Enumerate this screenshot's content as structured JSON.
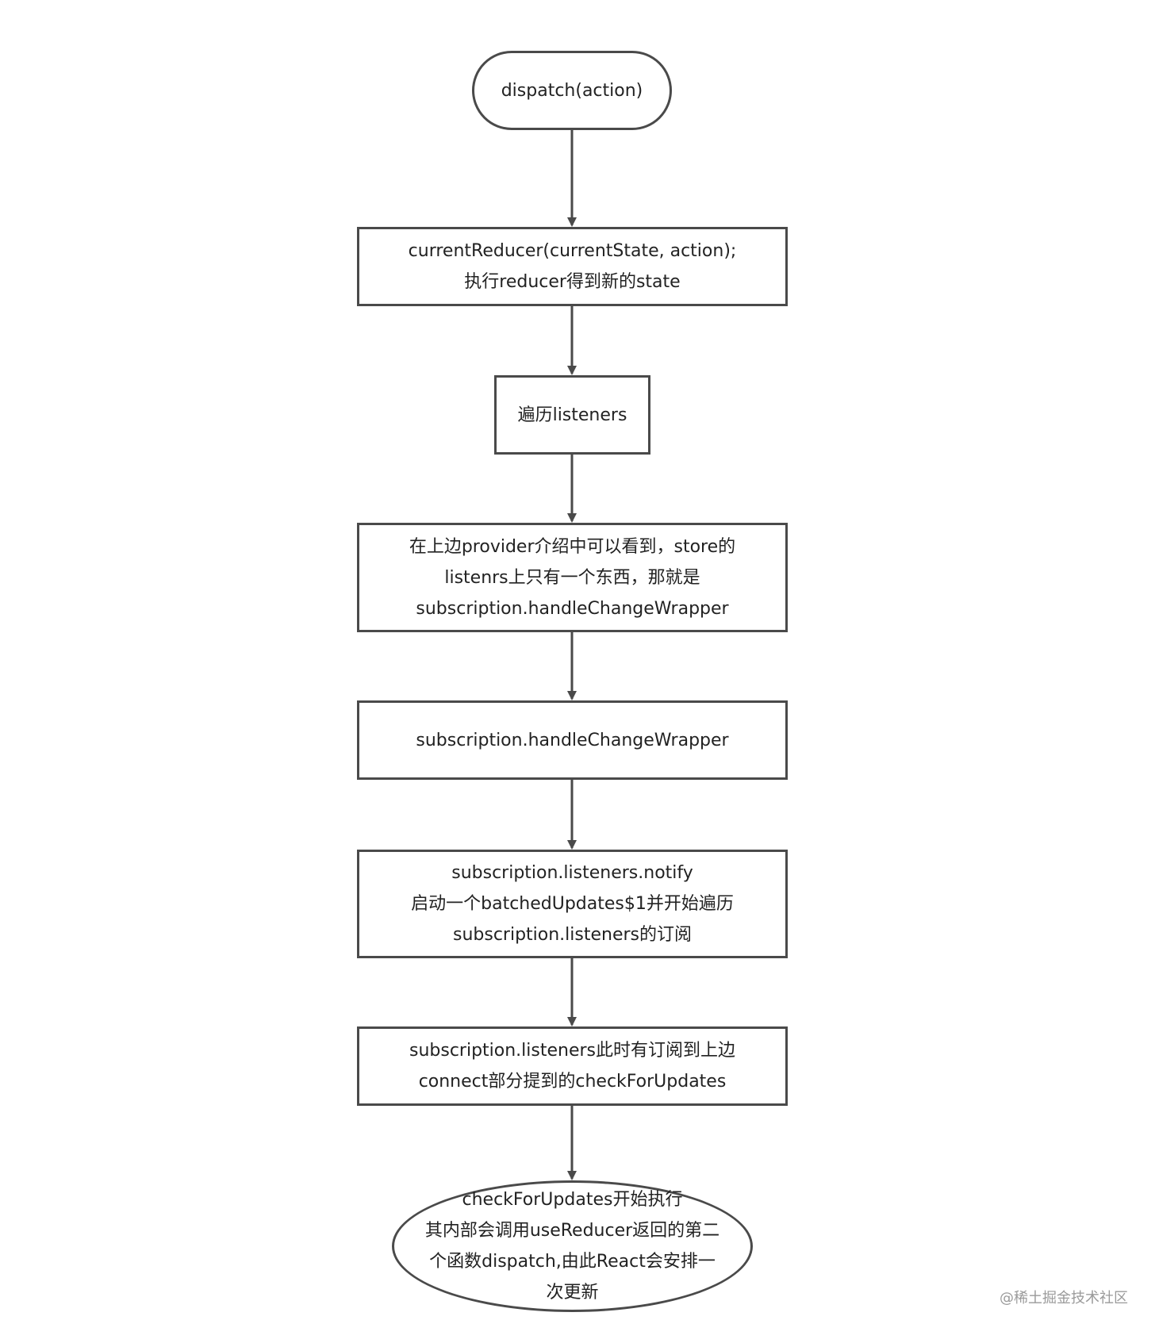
{
  "flowchart": {
    "nodes": [
      {
        "id": "n1",
        "shape": "terminal",
        "text": "dispatch(action)"
      },
      {
        "id": "n2",
        "shape": "process",
        "text": "currentReducer(currentState, action);\n执行reducer得到新的state"
      },
      {
        "id": "n3",
        "shape": "process",
        "text": "遍历listeners"
      },
      {
        "id": "n4",
        "shape": "process",
        "text": "在上边provider介绍中可以看到，store的\nlistenrs上只有一个东西，那就是\nsubscription.handleChangeWrapper"
      },
      {
        "id": "n5",
        "shape": "process",
        "text": "subscription.handleChangeWrapper"
      },
      {
        "id": "n6",
        "shape": "process",
        "text": "subscription.listeners.notify\n启动一个batchedUpdates$1并开始遍历\nsubscription.listeners的订阅"
      },
      {
        "id": "n7",
        "shape": "process",
        "text": "subscription.listeners此时有订阅到上边\nconnect部分提到的checkForUpdates"
      },
      {
        "id": "n8",
        "shape": "terminal",
        "text": "checkForUpdates开始执行\n其内部会调用useReducer返回的第二\n个函数dispatch,由此React会安排一\n次更新"
      }
    ],
    "edges": [
      {
        "from": "n1",
        "to": "n2"
      },
      {
        "from": "n2",
        "to": "n3"
      },
      {
        "from": "n3",
        "to": "n4"
      },
      {
        "from": "n4",
        "to": "n5"
      },
      {
        "from": "n5",
        "to": "n6"
      },
      {
        "from": "n6",
        "to": "n7"
      },
      {
        "from": "n7",
        "to": "n8"
      }
    ],
    "colors": {
      "stroke": "#4a4a4a",
      "fill": "#ffffff",
      "text": "#222222"
    }
  },
  "watermark": "@稀土掘金技术社区"
}
